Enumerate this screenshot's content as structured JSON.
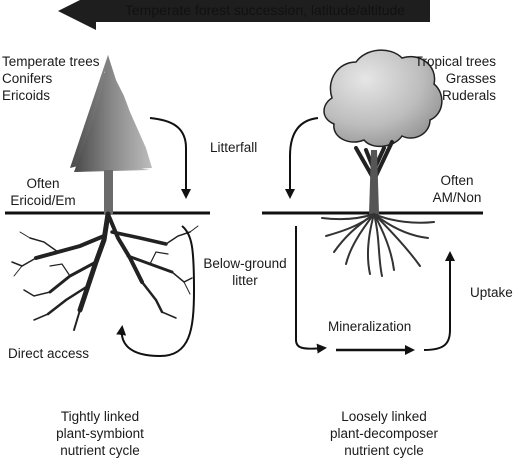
{
  "banner": {
    "text": "Temperate forest succession, latitude/altitude"
  },
  "left": {
    "plant_types": [
      "Temperate trees",
      "Conifers",
      "Ericoids"
    ],
    "mycorrhiza": [
      "Often",
      "Ericoid/Em"
    ],
    "access": "Direct access",
    "cycle": [
      "Tightly linked",
      "plant-symbiont",
      "nutrient cycle"
    ]
  },
  "right": {
    "plant_types": [
      "Tropical trees",
      "Grasses",
      "Ruderals"
    ],
    "mycorrhiza": [
      "Often",
      "AM/Non"
    ],
    "uptake": "Uptake",
    "mineralization": "Mineralization",
    "cycle": [
      "Loosely linked",
      "plant-decomposer",
      "nutrient cycle"
    ]
  },
  "middle": {
    "litterfall": "Litterfall",
    "below_ground": [
      "Below-ground",
      "litter"
    ]
  }
}
